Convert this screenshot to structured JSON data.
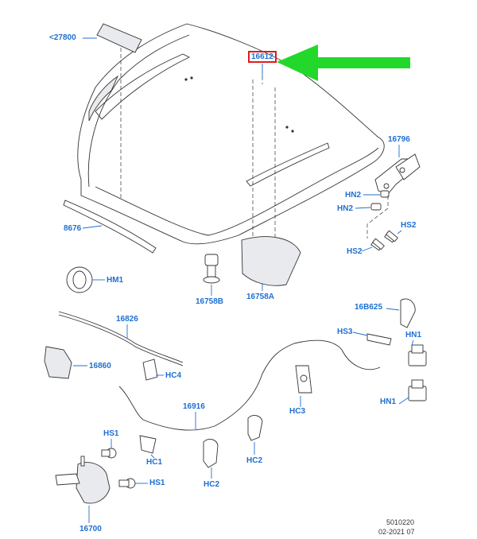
{
  "colors": {
    "label": "#1f6fd1",
    "highlight_box": "#e01b1b",
    "arrow": "#22d82a",
    "line": "#333333"
  },
  "callouts": {
    "c27800": "<27800",
    "c16612": "16612",
    "c16796": "16796",
    "hn2_a": "HN2",
    "hn2_b": "HN2",
    "hs2_a": "HS2",
    "hs2_b": "HS2",
    "c8676": "8676",
    "hm1": "HM1",
    "c16758b": "16758B",
    "c16758a": "16758A",
    "c16b625": "16B625",
    "c16826": "16826",
    "hs3": "HS3",
    "hn1_a": "HN1",
    "hn1_b": "HN1",
    "c16860": "16860",
    "hc4": "HC4",
    "hc3": "HC3",
    "c16916": "16916",
    "hs1_a": "HS1",
    "hs1_b": "HS1",
    "hc1": "HC1",
    "hc2_a": "HC2",
    "hc2_b": "HC2",
    "c16700": "16700"
  },
  "stamp": {
    "line1": "5010220",
    "line2": "02-2021 07"
  }
}
